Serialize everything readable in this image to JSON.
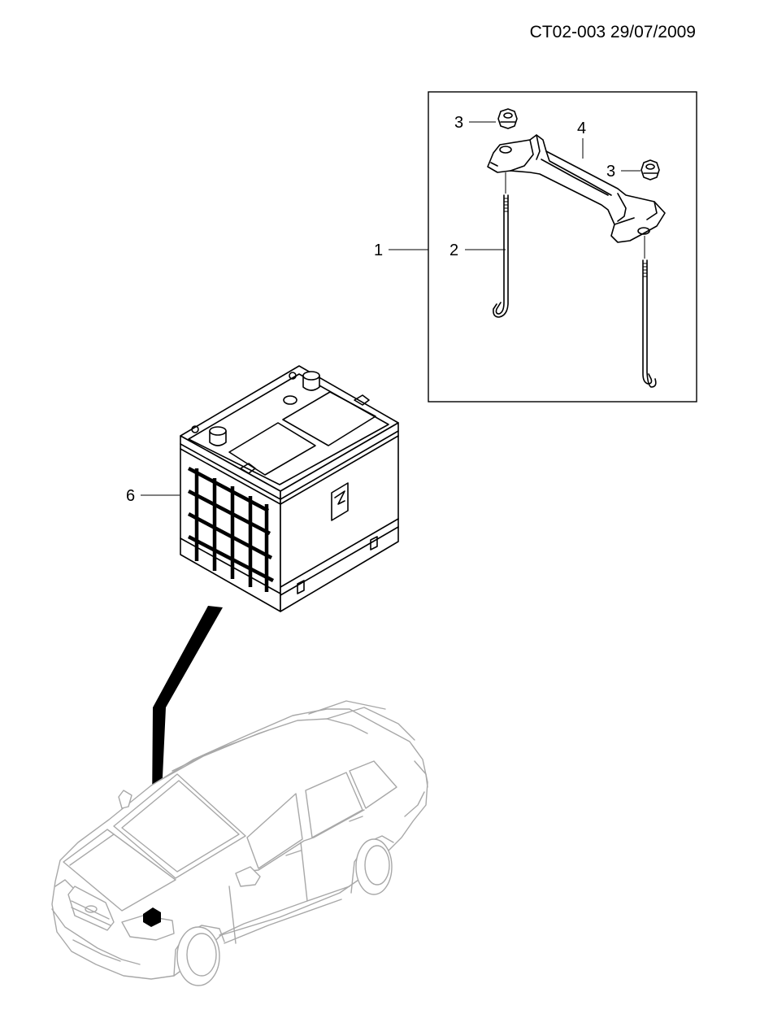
{
  "header": {
    "code": "CT02-003 29/07/2009"
  },
  "callouts": {
    "assembly": "1",
    "rod": "2",
    "nut_left": "3",
    "nut_right": "3",
    "bracket": "4",
    "battery": "6"
  },
  "colors": {
    "ink": "#000000",
    "vehicle": "#a8a8a8",
    "background": "#ffffff"
  }
}
